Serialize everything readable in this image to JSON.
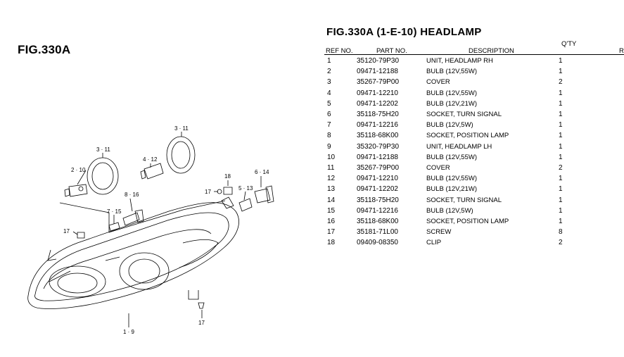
{
  "figure_label": "FIG.330A",
  "title": "FIG.330A (1-E-10) HEADLAMP",
  "columns": {
    "ref_no": "REF NO.",
    "part_no": "PART NO.",
    "description": "DESCRIPTION",
    "qty": "Q'TY",
    "remark": "R"
  },
  "parts": [
    {
      "ref": "1",
      "part_no": "35120-79P30",
      "description": "UNIT, HEADLAMP RH",
      "qty": "1"
    },
    {
      "ref": "2",
      "part_no": "09471-12188",
      "description": "BULB (12V,55W)",
      "qty": "1"
    },
    {
      "ref": "3",
      "part_no": "35267-79P00",
      "description": "COVER",
      "qty": "2"
    },
    {
      "ref": "4",
      "part_no": "09471-12210",
      "description": "BULB (12V,55W)",
      "qty": "1"
    },
    {
      "ref": "5",
      "part_no": "09471-12202",
      "description": "BULB (12V,21W)",
      "qty": "1"
    },
    {
      "ref": "6",
      "part_no": "35118-75H20",
      "description": "SOCKET, TURN SIGNAL",
      "qty": "1"
    },
    {
      "ref": "7",
      "part_no": "09471-12216",
      "description": "BULB (12V,5W)",
      "qty": "1"
    },
    {
      "ref": "8",
      "part_no": "35118-68K00",
      "description": "SOCKET, POSITION LAMP",
      "qty": "1"
    },
    {
      "ref": "9",
      "part_no": "35320-79P30",
      "description": "UNIT, HEADLAMP LH",
      "qty": "1"
    },
    {
      "ref": "10",
      "part_no": "09471-12188",
      "description": "BULB (12V,55W)",
      "qty": "1"
    },
    {
      "ref": "11",
      "part_no": "35267-79P00",
      "description": "COVER",
      "qty": "2"
    },
    {
      "ref": "12",
      "part_no": "09471-12210",
      "description": "BULB (12V,55W)",
      "qty": "1"
    },
    {
      "ref": "13",
      "part_no": "09471-12202",
      "description": "BULB (12V,21W)",
      "qty": "1"
    },
    {
      "ref": "14",
      "part_no": "35118-75H20",
      "description": "SOCKET, TURN SIGNAL",
      "qty": "1"
    },
    {
      "ref": "15",
      "part_no": "09471-12216",
      "description": "BULB (12V,5W)",
      "qty": "1"
    },
    {
      "ref": "16",
      "part_no": "35118-68K00",
      "description": "SOCKET, POSITION LAMP",
      "qty": "1"
    },
    {
      "ref": "17",
      "part_no": "35181-71L00",
      "description": "SCREW",
      "qty": "8"
    },
    {
      "ref": "18",
      "part_no": "09409-08350",
      "description": "CLIP",
      "qty": "2"
    }
  ],
  "diagram": {
    "callouts": {
      "c3_11a": "3 · 11",
      "c3_11b": "3 · 11",
      "c2_10": "2 · 10",
      "c4_12": "4 · 12",
      "c8_16": "8 · 16",
      "c7_15": "7 · 15",
      "c18": "18",
      "c17a": "17",
      "c6_14": "6 · 14",
      "c5_13": "5 · 13",
      "c17b": "17",
      "c17c": "17",
      "c1_9": "1 · 9"
    }
  }
}
